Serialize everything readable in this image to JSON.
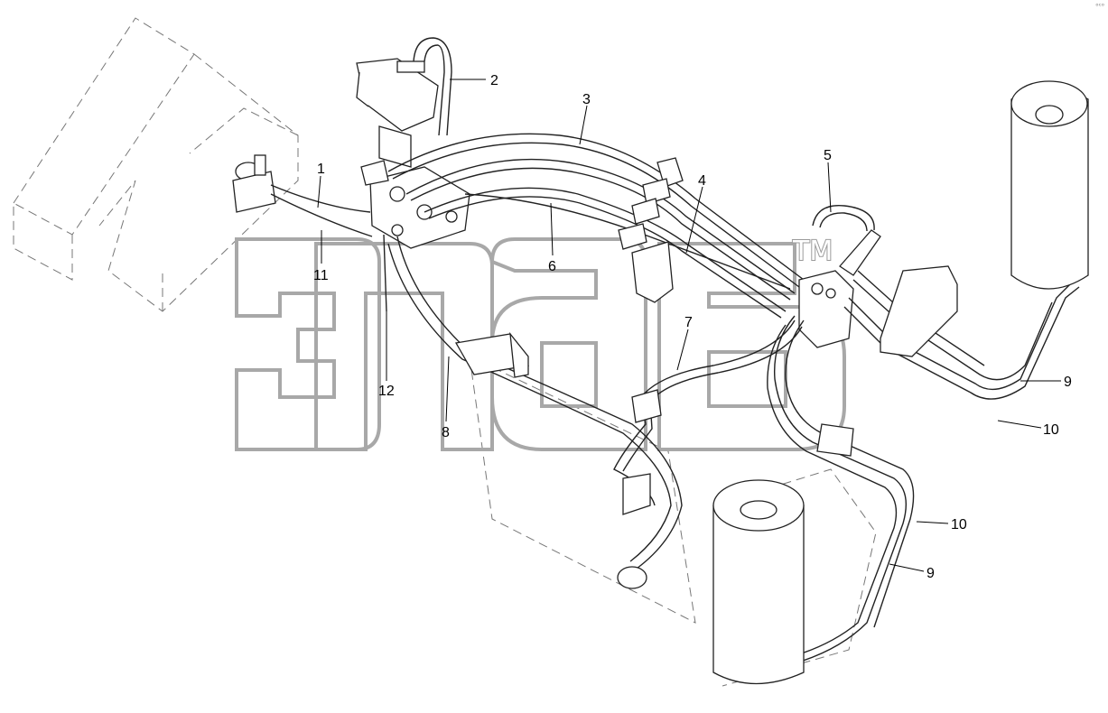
{
  "watermark": {
    "brand": "ЭПАБ",
    "trademark": "TM"
  },
  "corner_note": "ᵒᶜᵒ",
  "callouts": [
    "1",
    "2",
    "3",
    "4",
    "5",
    "6",
    "7",
    "8",
    "9",
    "10",
    "11",
    "12",
    "10",
    "9"
  ]
}
